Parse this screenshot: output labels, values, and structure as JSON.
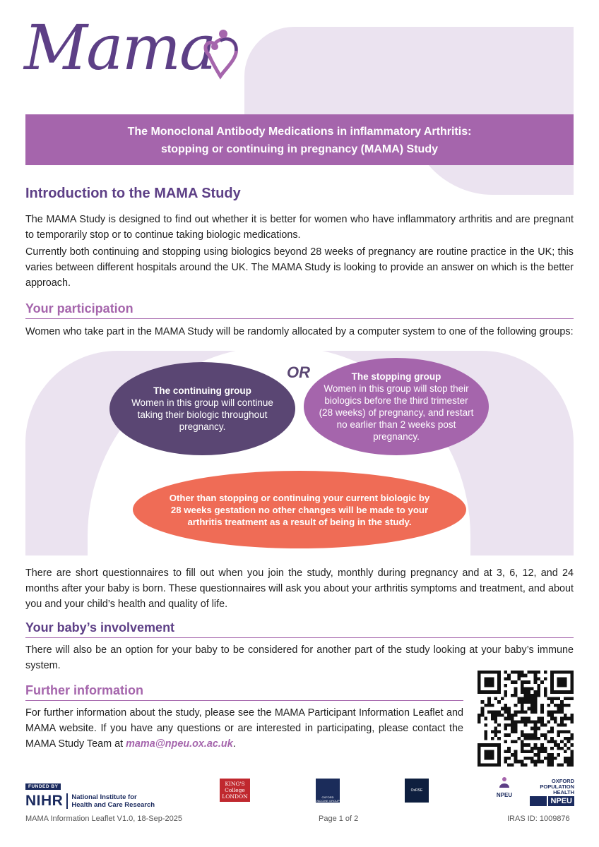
{
  "logo": {
    "text": "Mama",
    "heart_colors": [
      "#a565ac",
      "#5d3f86"
    ]
  },
  "banner": {
    "line1": "The Monoclonal Antibody Medications in inflammatory Arthritis:",
    "line2": "stopping or continuing in pregnancy (MAMA) Study"
  },
  "intro": {
    "heading": "Introduction to the MAMA Study",
    "p1": "The MAMA Study is designed to find out whether it is better for women who have inflammatory arthritis and are pregnant to temporarily stop or to continue taking biologic medications.",
    "p2": "Currently both continuing and stopping using biologics beyond 28 weeks of pregnancy are routine practice in the UK; this varies between different hospitals around the UK. The MAMA Study is looking to provide an answer on which is the better approach."
  },
  "participation": {
    "heading": "Your participation",
    "p1": "Women who take part in the MAMA Study will be randomly allocated by a computer system to one of the following groups:",
    "or": "OR",
    "continuing_title": "The continuing group",
    "continuing_text": "Women in this group will continue taking their biologic throughout pregnancy.",
    "stopping_title": "The stopping group",
    "stopping_text": "Women in this group will stop their biologics before the third trimester (28 weeks) of pregnancy, and restart no earlier than 2 weeks post pregnancy.",
    "note": "Other than stopping or continuing your current biologic by 28 weeks gestation no other changes will be made to your arthritis treatment as a result of being in the study.",
    "p2": "There are short questionnaires to fill out when you join the study, monthly during pregnancy and at 3, 6, 12, and 24 months after your baby is born. These questionnaires will ask you about your arthritis symptoms and treatment, and about you and your child’s health and quality of life."
  },
  "baby": {
    "heading": "Your baby’s involvement",
    "p1": "There will also be an option for your baby to be considered for another part of the study looking at your baby’s immune system."
  },
  "further": {
    "heading": "Further information",
    "p1_before": "For further information about the study, please see the MAMA Participant Information Leaflet and MAMA website. If you have any questions or are interested in participating, please contact the MAMA Study Team at ",
    "email": "mama@npeu.ox.ac.uk",
    "p1_after": "."
  },
  "logos": {
    "nihr_funded": "FUNDED BY",
    "nihr": "NIHR",
    "nihr_full_1": "National Institute for",
    "nihr_full_2": "Health and Care Research",
    "kings_1": "KING'S",
    "kings_2": "College",
    "kings_3": "LONDON",
    "ovg": "OXFORD VACCINE GROUP",
    "oxrse": "OxRSE",
    "npeu_small": "NPEU",
    "oph_1": "OXFORD",
    "oph_2": "POPULATION",
    "oph_3": "HEALTH",
    "oph_npeu": "NPEU"
  },
  "footer": {
    "left": "MAMA Information Leaflet V1.0, 18-Sep-2025",
    "center": "Page 1 of 2",
    "right": "IRAS ID: 1009876"
  },
  "colors": {
    "purple_dark": "#5d3f86",
    "purple": "#a565ac",
    "lilac": "#ebe3f0",
    "coral": "#ef6c56",
    "ellipse_dark": "#5a4673"
  }
}
